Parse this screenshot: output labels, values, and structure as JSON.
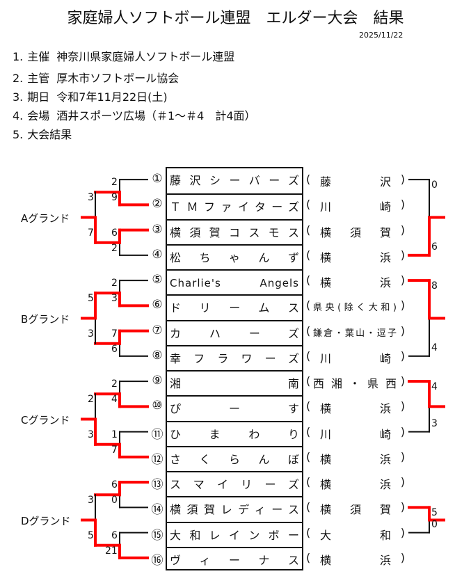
{
  "title": "家庭婦人ソフトボール連盟　エルダー大会　結果",
  "date": "2025/11/22",
  "info": [
    {
      "num": "1.",
      "label": "主催",
      "value": "神奈川県家庭婦人ソフトボール連盟"
    },
    {
      "num": "2.",
      "label": "主管",
      "value": "厚木市ソフトボール協会"
    },
    {
      "num": "3.",
      "label": "期日",
      "value": "令和7年11月22日(土)"
    },
    {
      "num": "4.",
      "label": "会場",
      "value": "酒井スポーツ広場（＃1～＃4　計4面）"
    },
    {
      "num": "5.",
      "label": "大会結果",
      "value": ""
    }
  ],
  "teams": [
    {
      "no": "①",
      "name": "藤沢シーバーズ",
      "region": "藤沢"
    },
    {
      "no": "②",
      "name": "ＴＭファイターズ",
      "region": "川崎"
    },
    {
      "no": "③",
      "name": "横須賀コスモス",
      "region": "横須賀"
    },
    {
      "no": "④",
      "name": "松ちゃんず",
      "region": "横浜"
    },
    {
      "no": "⑤",
      "name": "Charlie's Angels",
      "region": "横浜"
    },
    {
      "no": "⑥",
      "name": "ドリームス",
      "region": "県央(除く大和)"
    },
    {
      "no": "⑦",
      "name": "カハーズ",
      "region": "鎌倉・葉山・逗子"
    },
    {
      "no": "⑧",
      "name": "幸フラワーズ",
      "region": "川崎"
    },
    {
      "no": "⑨",
      "name": "湘南",
      "region": "西湘・県西"
    },
    {
      "no": "⑩",
      "name": "ぴーす",
      "region": "横浜"
    },
    {
      "no": "⑪",
      "name": "ひまわり",
      "region": "川崎"
    },
    {
      "no": "⑫",
      "name": "さくらんぼ",
      "region": "横浜"
    },
    {
      "no": "⑬",
      "name": "スマイリーズ",
      "region": "横浜"
    },
    {
      "no": "⑭",
      "name": "横須賀レディース",
      "region": "横須賀"
    },
    {
      "no": "⑮",
      "name": "大和レインボー",
      "region": "大和"
    },
    {
      "no": "⑯",
      "name": "ヴィーナス",
      "region": "横浜"
    }
  ],
  "groups": [
    {
      "label": "Aグランド",
      "round1": [
        [
          "2",
          "9"
        ],
        [
          "6",
          "2"
        ]
      ],
      "round2": [
        "3",
        "7"
      ]
    },
    {
      "label": "Bグランド",
      "round1": [
        [
          "2",
          "3"
        ],
        [
          "7",
          "6"
        ]
      ],
      "round2": [
        "5",
        "3"
      ]
    },
    {
      "label": "Cグランド",
      "round1": [
        [
          "2",
          "4"
        ],
        [
          "1",
          "7"
        ]
      ],
      "round2": [
        "2",
        "3"
      ]
    },
    {
      "label": "Dグランド",
      "round1": [
        [
          "6",
          "0"
        ],
        [
          "6",
          "21"
        ]
      ],
      "round2": [
        "3",
        "5"
      ]
    }
  ],
  "finals": [
    {
      "rows": [
        0,
        3
      ],
      "scores": [
        "0",
        "6"
      ],
      "winner": 1
    },
    {
      "rows": [
        4,
        7
      ],
      "scores": [
        "8",
        "4"
      ],
      "winner": 0
    },
    {
      "rows": [
        8,
        10
      ],
      "scores": [
        "4",
        "3"
      ],
      "winner": 0
    },
    {
      "rows": [
        13,
        14
      ],
      "scores": [
        "5",
        "0"
      ],
      "winner": 0
    }
  ],
  "colors": {
    "win": "#ff0000",
    "line": "#111111"
  }
}
